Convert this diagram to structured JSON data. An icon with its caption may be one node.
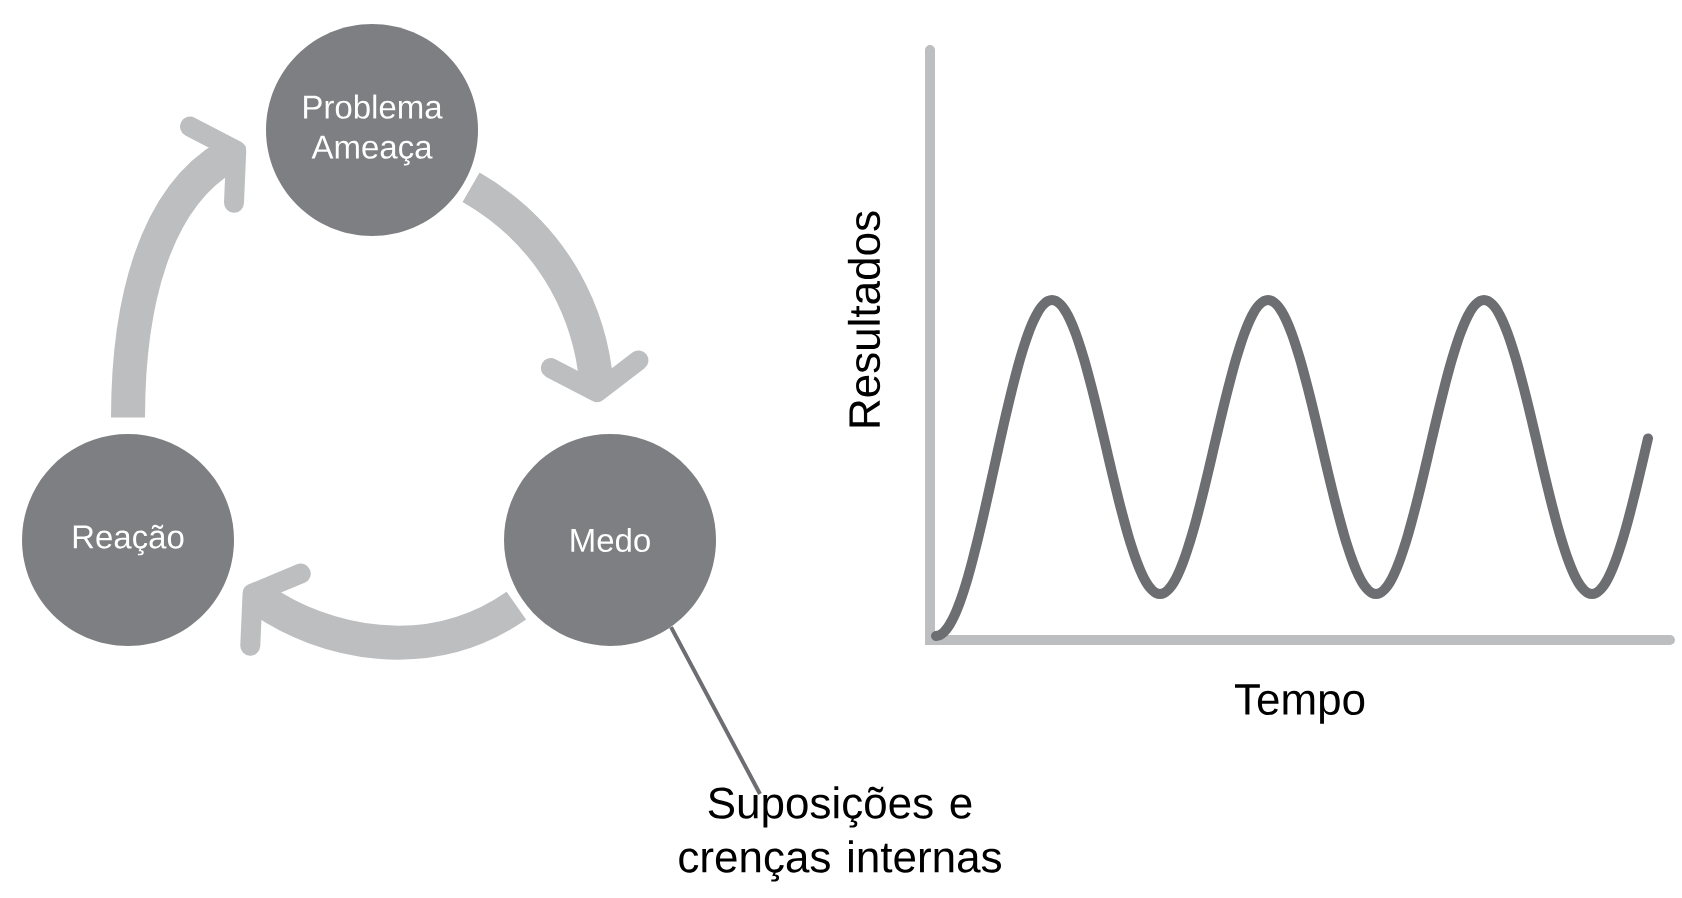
{
  "diagram": {
    "nodes": [
      {
        "text": [
          "Problema Ameaça"
        ]
      },
      {
        "text": [
          "Medo"
        ]
      },
      {
        "text": [
          "Reação"
        ]
      },
      {
        "text": [
          "Suposições e crenças internas"
        ]
      }
    ],
    "edges": [
      {
        "from": 0,
        "to": 1,
        "arrow": "to"
      },
      {
        "from": 1,
        "to": 2,
        "arrow": "to"
      },
      {
        "from": 2,
        "to": 0,
        "arrow": "to"
      },
      {
        "from": 3,
        "to": 1,
        "arrow": "none"
      }
    ],
    "labels": [
      "Resultados",
      "Tempo"
    ]
  }
}
